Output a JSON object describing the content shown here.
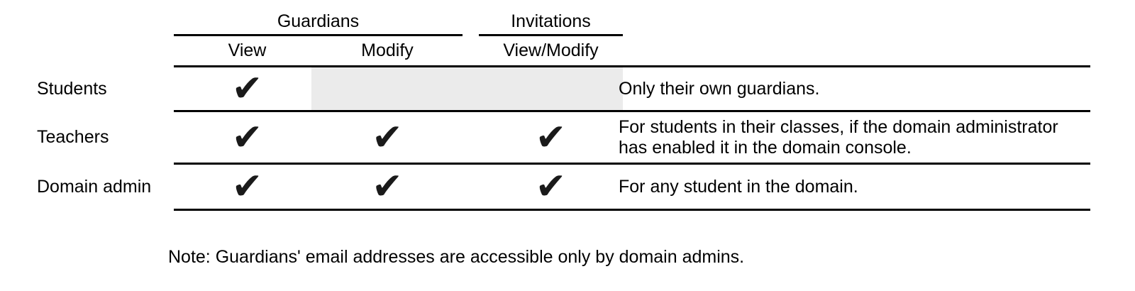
{
  "colors": {
    "background": "#ffffff",
    "text": "#000000",
    "line": "#000000",
    "disabled_cell_bg": "#ebebeb",
    "check": "#1a1a1a"
  },
  "table": {
    "groups": [
      {
        "label": "Guardians"
      },
      {
        "label": "Invitations"
      }
    ],
    "columns": [
      {
        "label": "View"
      },
      {
        "label": "Modify"
      },
      {
        "label": "View/Modify"
      }
    ],
    "check_glyph": "✔",
    "rows": [
      {
        "label": "Students",
        "checks": [
          "✔",
          "",
          ""
        ],
        "disabled_modify_and_invitations": true,
        "note_lines": [
          "Only their own guardians."
        ]
      },
      {
        "label": "Teachers",
        "checks": [
          "✔",
          "✔",
          "✔"
        ],
        "disabled_modify_and_invitations": false,
        "note_lines": [
          "For students in their classes, if the domain administrator",
          "has enabled it in the domain console."
        ]
      },
      {
        "label": "Domain admin",
        "checks": [
          "✔",
          "✔",
          "✔"
        ],
        "disabled_modify_and_invitations": false,
        "note_lines": [
          "For any student in the domain."
        ]
      }
    ]
  },
  "footnote": "Note: Guardians' email addresses are accessible only by domain admins."
}
